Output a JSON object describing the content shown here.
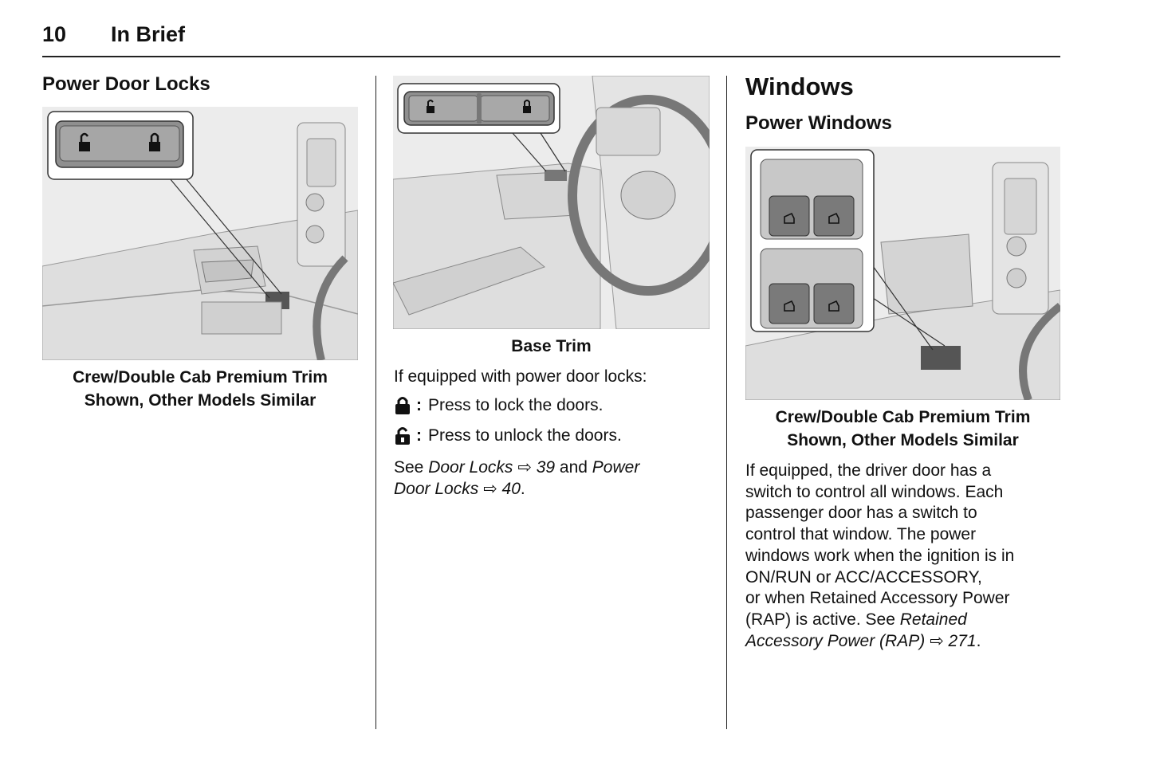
{
  "header": {
    "page_number": "10",
    "section": "In Brief"
  },
  "col1": {
    "heading": "Power Door Locks",
    "caption_line1": "Crew/Double Cab Premium Trim",
    "caption_line2": "Shown, Other Models Similar"
  },
  "col2": {
    "caption": "Base Trim",
    "intro": "If equipped with power door locks:",
    "lock_text": "Press to lock the doors.",
    "unlock_text": "Press to unlock the doors.",
    "colon": ":",
    "see_prefix": "See ",
    "ref1_title": "Door Locks",
    "ref1_page": "39",
    "and": " and ",
    "ref2_title_a": "Power",
    "ref2_title_b": "Door Locks",
    "ref2_page": "40",
    "period": ".",
    "arrow": "⇨",
    "icons": {
      "lock": "lock-icon",
      "unlock": "unlock-icon"
    }
  },
  "col3": {
    "heading": "Windows",
    "subheading": "Power Windows",
    "caption_line1": "Crew/Double Cab Premium Trim",
    "caption_line2": "Shown, Other Models Similar",
    "para_lines": [
      "If equipped, the driver door has a",
      "switch to control all windows. Each",
      "passenger door has a switch to",
      "control that window. The power",
      "windows work when the ignition is in",
      "ON/RUN or ACC/ACCESSORY,",
      "or when Retained Accessory Power"
    ],
    "para_line8_plain": "(RAP) is active. See ",
    "para_line8_italic": "Retained",
    "para_line9_italic": "Accessory Power (RAP)",
    "para_ref_page": "271",
    "arrow": "⇨",
    "period": "."
  }
}
